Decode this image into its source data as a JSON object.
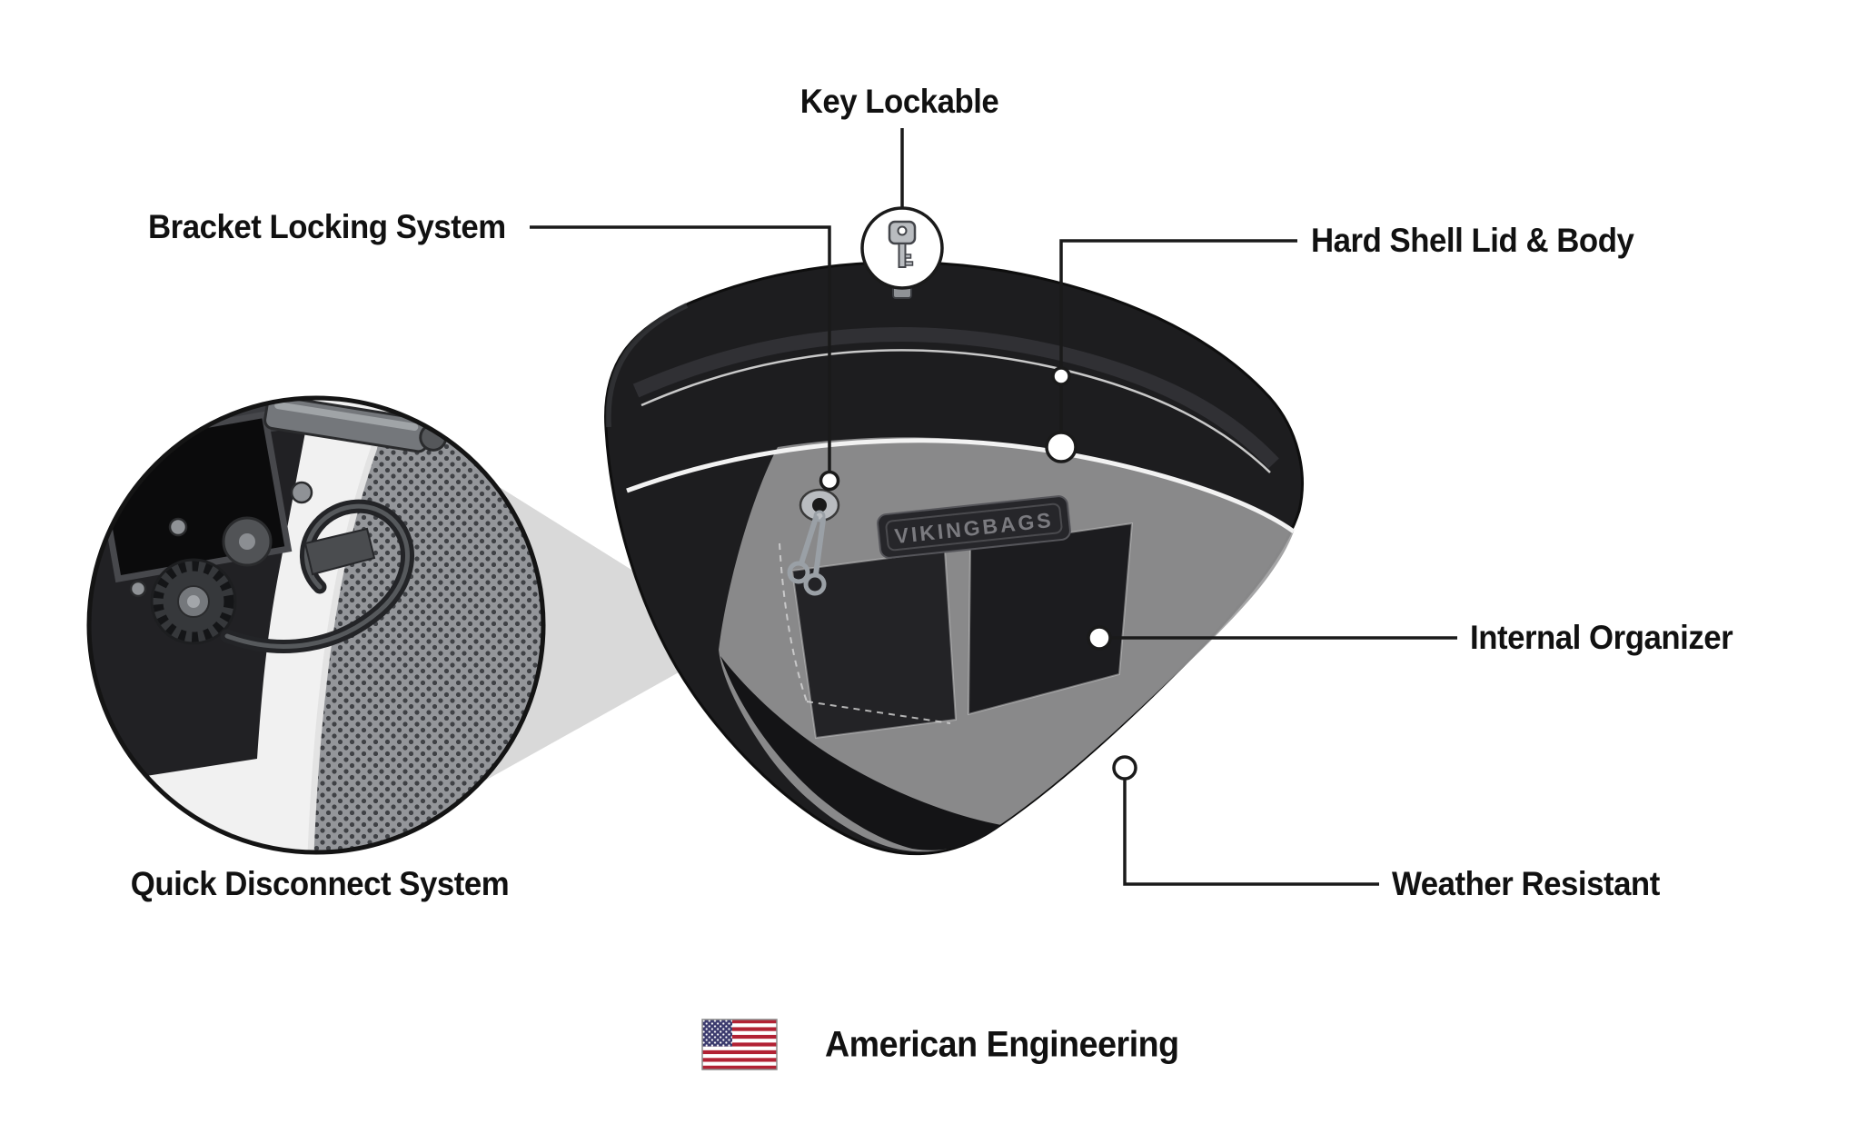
{
  "diagram": {
    "callouts": [
      {
        "id": "key-lockable",
        "label": "Key Lockable"
      },
      {
        "id": "bracket-locking-system",
        "label": "Bracket Locking System"
      },
      {
        "id": "hard-shell-lid-body",
        "label": "Hard Shell Lid & Body"
      },
      {
        "id": "internal-organizer",
        "label": "Internal Organizer"
      },
      {
        "id": "weather-resistant",
        "label": "Weather Resistant"
      },
      {
        "id": "quick-disconnect-system",
        "label": "Quick Disconnect System"
      }
    ],
    "footer": {
      "label": "American Engineering"
    },
    "bag": {
      "logo_text": "VIKINGBAGS"
    },
    "icons": [
      "key-icon",
      "keyhole-icon",
      "hanging-keys-icon",
      "us-flag-icon"
    ],
    "colors": {
      "background": "#ffffff",
      "label_text": "#111111",
      "leader_line": "#1a1a1a",
      "bag_body": "#1d1d1f",
      "smoke_panel": "#98989a",
      "wedge": "#d9d9d9",
      "flag_red": "#B22234",
      "flag_blue": "#3C3B6E"
    }
  }
}
